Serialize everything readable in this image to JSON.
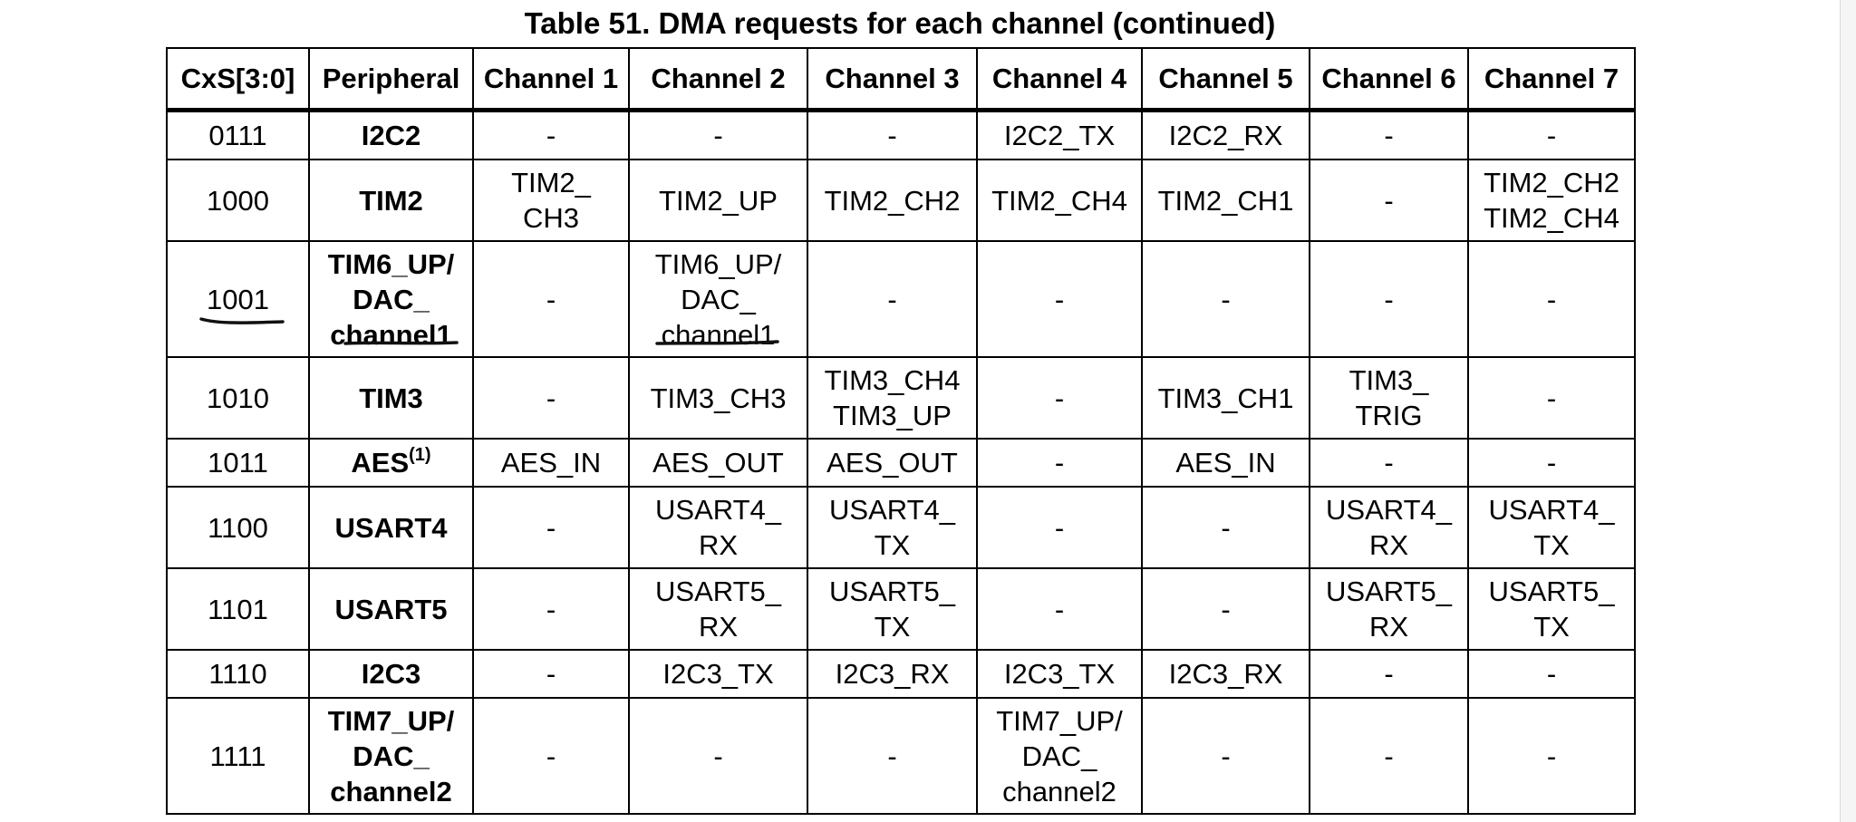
{
  "caption": "Table 51. DMA requests for each channel (continued)",
  "headers": [
    "CxS[3:0]",
    "Peripheral",
    "Channel 1",
    "Channel 2",
    "Channel 3",
    "Channel 4",
    "Channel 5",
    "Channel 6",
    "Channel 7"
  ],
  "rows": [
    {
      "cxs": "0111",
      "periph": [
        "I2C2"
      ],
      "ch": [
        [
          "-"
        ],
        [
          "-"
        ],
        [
          "-"
        ],
        [
          "I2C2_TX"
        ],
        [
          "I2C2_RX"
        ],
        [
          "-"
        ],
        [
          "-"
        ]
      ]
    },
    {
      "cxs": "1000",
      "periph": [
        "TIM2"
      ],
      "ch": [
        [
          "TIM2_",
          "CH3"
        ],
        [
          "TIM2_UP"
        ],
        [
          "TIM2_CH2"
        ],
        [
          "TIM2_CH4"
        ],
        [
          "TIM2_CH1"
        ],
        [
          "-"
        ],
        [
          "TIM2_CH2",
          "TIM2_CH4"
        ]
      ]
    },
    {
      "cxs": "1001",
      "periph": [
        "TIM6_UP/",
        "DAC_",
        "channel1"
      ],
      "ch": [
        [
          "-"
        ],
        [
          "TIM6_UP/",
          "DAC_",
          "channel1"
        ],
        [
          "-"
        ],
        [
          "-"
        ],
        [
          "-"
        ],
        [
          "-"
        ],
        [
          "-"
        ]
      ]
    },
    {
      "cxs": "1010",
      "periph": [
        "TIM3"
      ],
      "ch": [
        [
          "-"
        ],
        [
          "TIM3_CH3"
        ],
        [
          "TIM3_CH4",
          "TIM3_UP"
        ],
        [
          "-"
        ],
        [
          "TIM3_CH1"
        ],
        [
          "TIM3_",
          "TRIG"
        ],
        [
          "-"
        ]
      ]
    },
    {
      "cxs": "1011",
      "periph": [
        "AES"
      ],
      "periph_sup": "(1)",
      "ch": [
        [
          "AES_IN"
        ],
        [
          "AES_OUT"
        ],
        [
          "AES_OUT"
        ],
        [
          "-"
        ],
        [
          "AES_IN"
        ],
        [
          "-"
        ],
        [
          "-"
        ]
      ]
    },
    {
      "cxs": "1100",
      "periph": [
        "USART4"
      ],
      "ch": [
        [
          "-"
        ],
        [
          "USART4_",
          "RX"
        ],
        [
          "USART4_",
          "TX"
        ],
        [
          "-"
        ],
        [
          "-"
        ],
        [
          "USART4_",
          "RX"
        ],
        [
          "USART4_",
          "TX"
        ]
      ]
    },
    {
      "cxs": "1101",
      "periph": [
        "USART5"
      ],
      "ch": [
        [
          "-"
        ],
        [
          "USART5_",
          "RX"
        ],
        [
          "USART5_",
          "TX"
        ],
        [
          "-"
        ],
        [
          "-"
        ],
        [
          "USART5_",
          "RX"
        ],
        [
          "USART5_",
          "TX"
        ]
      ]
    },
    {
      "cxs": "1110",
      "periph": [
        "I2C3"
      ],
      "ch": [
        [
          "-"
        ],
        [
          "I2C3_TX"
        ],
        [
          "I2C3_RX"
        ],
        [
          "I2C3_TX"
        ],
        [
          "I2C3_RX"
        ],
        [
          "-"
        ],
        [
          "-"
        ]
      ]
    },
    {
      "cxs": "1111",
      "periph": [
        "TIM7_UP/",
        "DAC_",
        "channel2"
      ],
      "ch": [
        [
          "-"
        ],
        [
          "-"
        ],
        [
          "-"
        ],
        [
          "TIM7_UP/",
          "DAC_",
          "channel2"
        ],
        [
          "-"
        ],
        [
          "-"
        ],
        [
          "-"
        ]
      ]
    }
  ]
}
